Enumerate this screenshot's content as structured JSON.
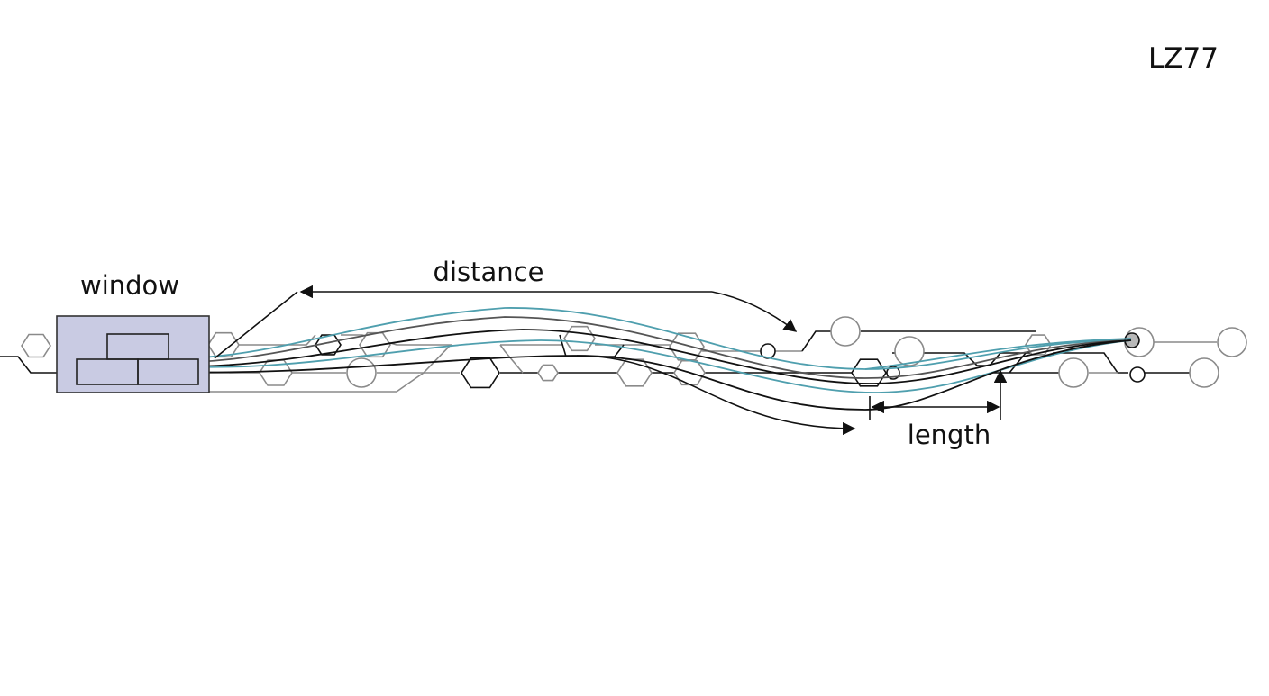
{
  "diagram": {
    "title": "LZ77",
    "labels": {
      "window": "window",
      "distance": "distance",
      "length": "length"
    },
    "colors": {
      "ink": "#111111",
      "grey": "#8a8a8a",
      "dark_grey": "#555555",
      "teal": "#4f9fae",
      "window_fill": "#c9cbe3",
      "window_stroke": "#333333"
    }
  }
}
